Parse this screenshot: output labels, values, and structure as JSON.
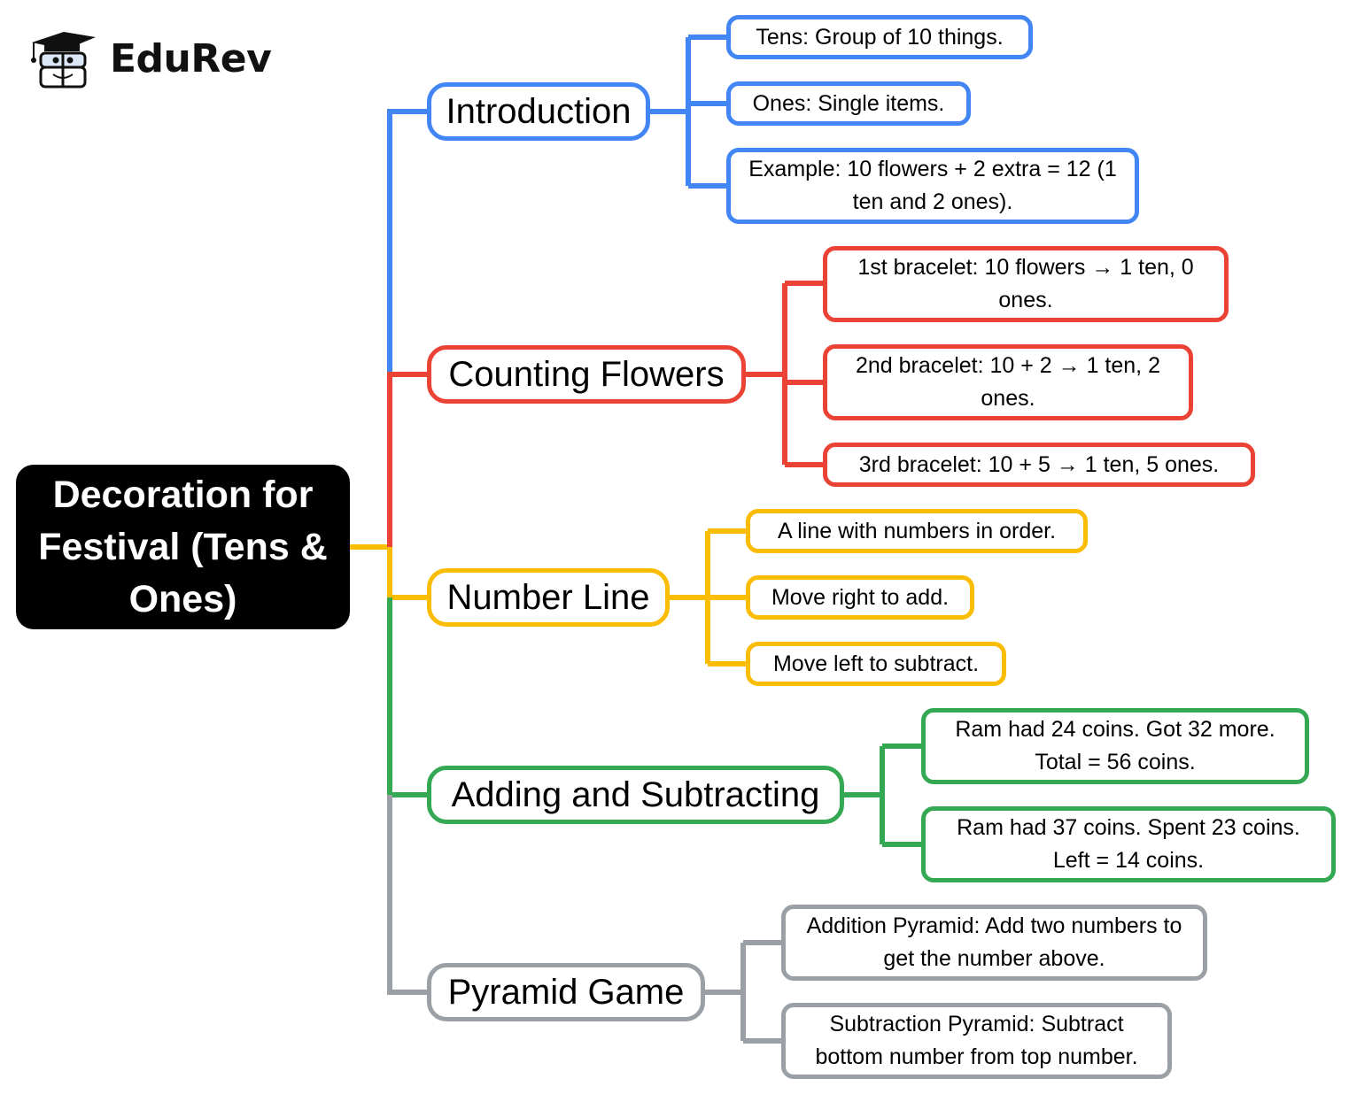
{
  "brand": {
    "name": "EduRev",
    "icon": "graduate-mascot-icon"
  },
  "colors": {
    "root_bg": "#000000",
    "introduction": "#4285f4",
    "counting_flowers": "#ea4335",
    "number_line": "#fbbc04",
    "adding_subtracting": "#34a853",
    "pyramid_game": "#9aa0a6"
  },
  "root": {
    "label": "Decoration for Festival (Tens & Ones)"
  },
  "branches": [
    {
      "label": "Introduction",
      "leaves": [
        "Tens: Group of 10 things.",
        "Ones: Single items.",
        "Example: 10 flowers + 2 extra = 12 (1 ten and 2 ones)."
      ]
    },
    {
      "label": "Counting Flowers",
      "leaves": [
        "1st bracelet: 10 flowers → 1 ten, 0 ones.",
        "2nd bracelet: 10 + 2 → 1 ten, 2 ones.",
        "3rd bracelet: 10 + 5 → 1 ten, 5 ones."
      ]
    },
    {
      "label": "Number Line",
      "leaves": [
        "A line with numbers in order.",
        "Move right to add.",
        "Move left to subtract."
      ]
    },
    {
      "label": "Adding and Subtracting",
      "leaves": [
        "Ram had 24 coins. Got 32 more. Total = 56 coins.",
        "Ram had 37 coins. Spent 23 coins. Left = 14 coins."
      ]
    },
    {
      "label": "Pyramid Game",
      "leaves": [
        "Addition Pyramid: Add two numbers to get the number above.",
        "Subtraction Pyramid: Subtract bottom number from top number."
      ]
    }
  ]
}
